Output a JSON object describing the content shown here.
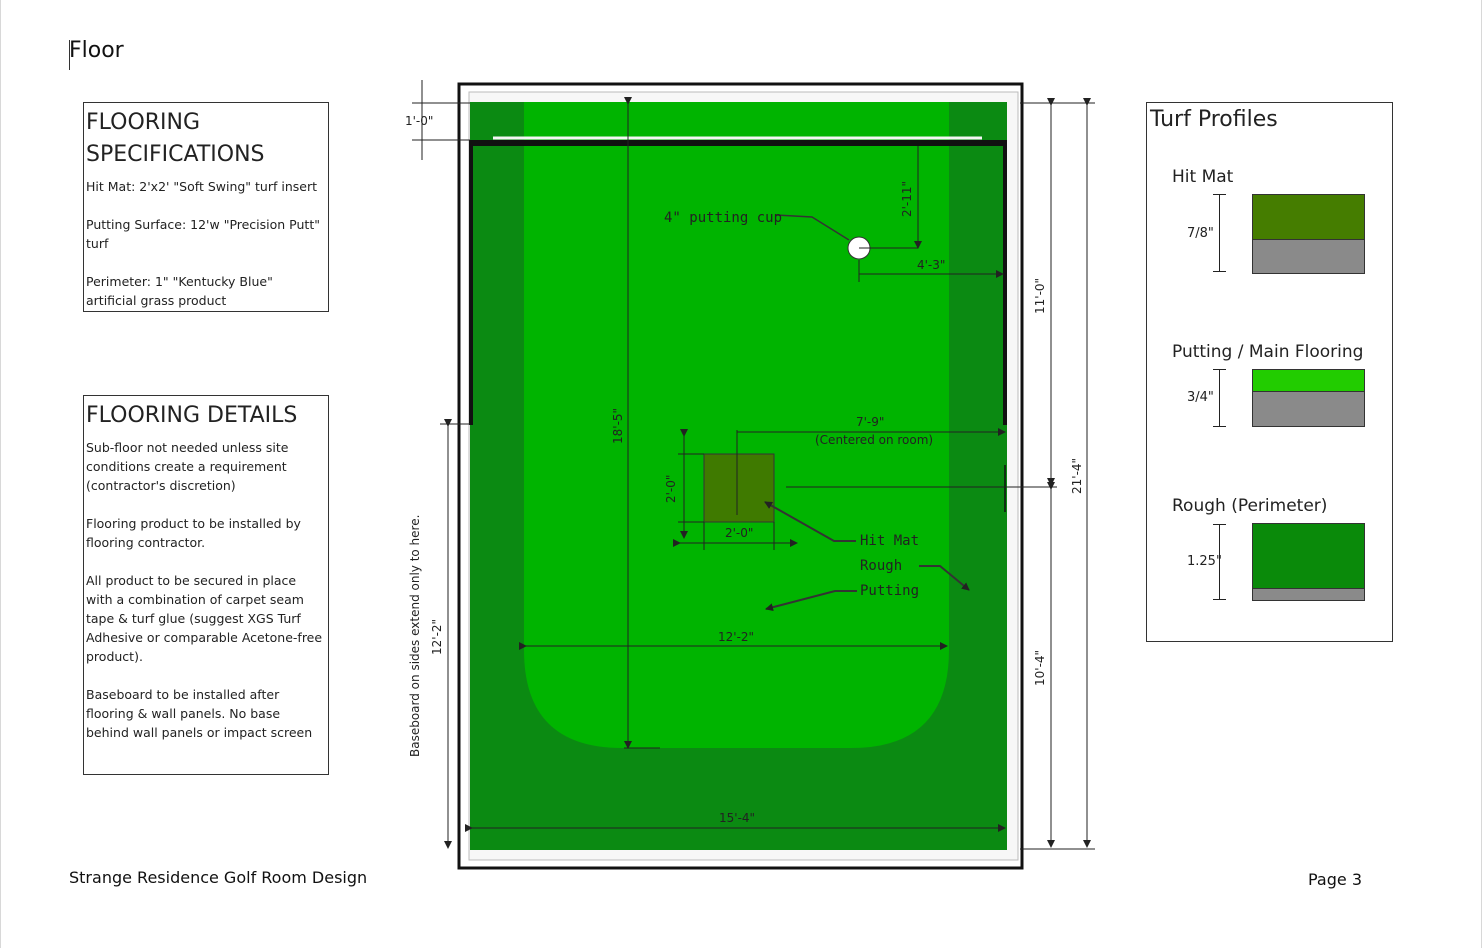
{
  "page": {
    "title": "Floor",
    "footer_left": "Strange Residence Golf Room Design",
    "footer_right": "Page 3"
  },
  "flooring_specifications": {
    "heading": "FLOORING SPECIFICATIONS",
    "lines": [
      "Hit Mat:  2'x2' \"Soft Swing\" turf insert",
      "Putting Surface:  12'w \"Precision Putt\" turf",
      "Perimeter:  1\" \"Kentucky Blue\" artificial grass product"
    ]
  },
  "flooring_details": {
    "heading": "FLOORING DETAILS",
    "lines": [
      "Sub-floor not needed unless site conditions  create a requirement (contractor's discretion)",
      "Flooring product to be installed by flooring contractor.",
      "All product to be secured in place with a combination of carpet seam tape & turf glue (suggest XGS Turf Adhesive or comparable Acetone-free product).",
      "Baseboard to be installed after flooring & wall panels.  No base behind wall panels or impact screen"
    ]
  },
  "turf_profiles": {
    "title": "Turf Profiles",
    "items": [
      {
        "label": "Hit Mat",
        "thickness": "7/8\"",
        "top_color": "#457d00",
        "base_color": "#8a8a8a",
        "top_fraction": 0.56
      },
      {
        "label": "Putting / Main Flooring",
        "thickness": "3/4\"",
        "top_color": "#22cc00",
        "base_color": "#8a8a8a",
        "top_fraction": 0.38
      },
      {
        "label": "Rough (Perimeter)",
        "thickness": "1.25\"",
        "top_color": "#0a8a0a",
        "base_color": "#8a8a8a",
        "top_fraction": 0.84
      }
    ]
  },
  "plan": {
    "colors": {
      "rough": "#0b8a12",
      "putting": "#00b400",
      "hit_mat": "#3f7a00",
      "wall": "#111111",
      "baseboard": "#f2f2f2"
    },
    "labels": {
      "cup": "4\" putting cup",
      "hit_mat": "Hit Mat",
      "rough": "Rough",
      "putting": "Putting",
      "baseboard_note": "Baseboard on sides extend only to here.",
      "centered_note": "(Centered on room)"
    },
    "dimensions": {
      "top_offset": "1'-0\"",
      "cup_from_wall": "2'-11\"",
      "cup_from_side": "4'-3\"",
      "putting_length": "18'-5\"",
      "mat_from_side": "7'-9\"",
      "mat_height": "2'-0\"",
      "mat_width": "2'-0\"",
      "putting_width": "12'-2\"",
      "room_width": "15'-4\"",
      "upper_length": "11'-0\"",
      "lower_length": "10'-4\"",
      "room_length": "21'-4\"",
      "baseboard_length": "12'-2\""
    }
  }
}
